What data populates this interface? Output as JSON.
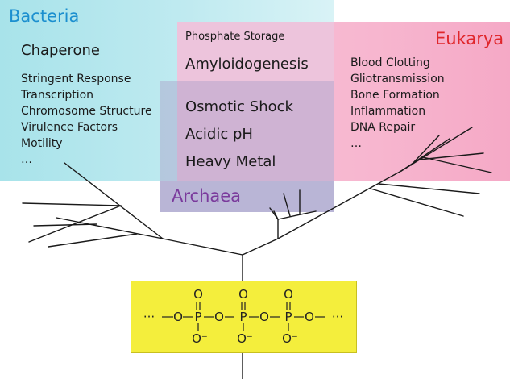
{
  "regions": {
    "bacteria": {
      "title": "Bacteria",
      "main_function": "Chaperone",
      "items": [
        "Stringent Response",
        "Transcription",
        "Chromosome Structure",
        "Virulence Factors",
        "Motility",
        "…"
      ]
    },
    "eukarya": {
      "title": "Eukarya",
      "items": [
        "Blood Clotting",
        "Gliotransmission",
        "Bone Formation",
        "Inflammation",
        "DNA Repair",
        "…"
      ]
    },
    "archaea": {
      "title": "Archaea",
      "items": [
        "Osmotic Shock",
        "Acidic pH",
        "Heavy Metal"
      ]
    },
    "shared_bacteria_eukarya": {
      "phosphate_storage": "Phosphate Storage",
      "amyloidogenesis": "Amyloidogenesis"
    }
  },
  "polyphosphate": {
    "left_ellipsis": "···",
    "right_ellipsis": "···",
    "O": "O",
    "P": "P",
    "O_minus": "O⁻"
  },
  "colors": {
    "bacteria_title": "#1b8fcf",
    "eukarya_title": "#e0262b",
    "archaea_title": "#7a3a9c",
    "phosphate_box": "#f4ee3c"
  }
}
